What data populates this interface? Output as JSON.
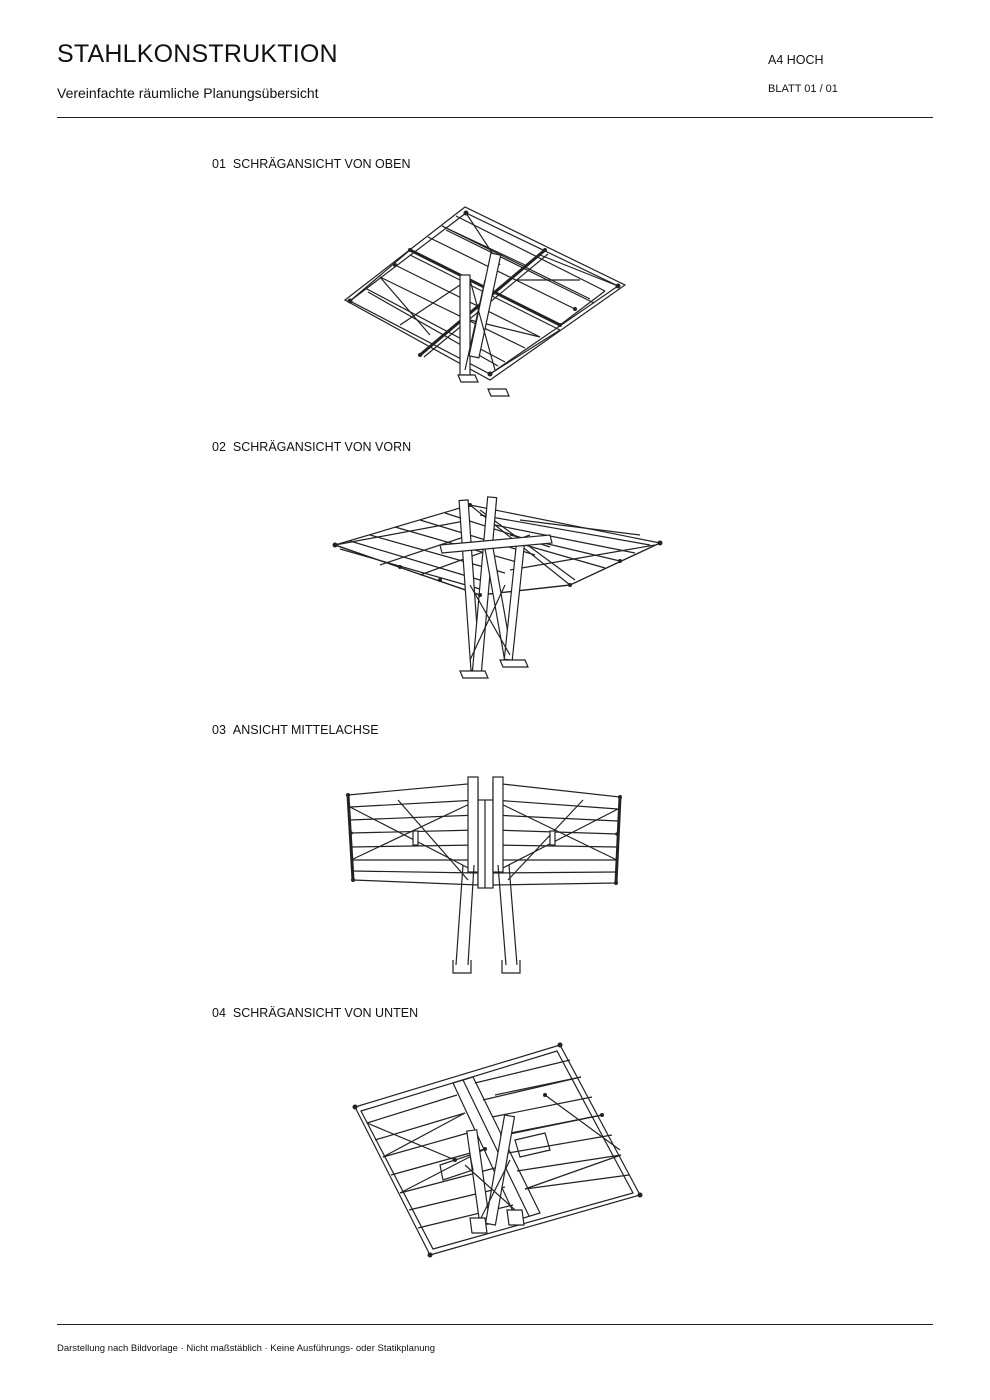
{
  "header": {
    "title": "STAHLKONSTRUKTION",
    "subtitle": "Vereinfachte räumliche Planungsübersicht",
    "format": "A4 HOCH",
    "sheet": "BLATT 01 / 01"
  },
  "views": [
    {
      "number": "01",
      "label": "SCHRÄGANSICHT VON OBEN"
    },
    {
      "number": "02",
      "label": "SCHRÄGANSICHT VON VORN"
    },
    {
      "number": "03",
      "label": "ANSICHT MITTELACHSE"
    },
    {
      "number": "04",
      "label": "SCHRÄGANSICHT VON UNTEN"
    }
  ],
  "footer": {
    "note": "Darstellung nach Bildvorlage · Nicht maßstäblich · Keine Ausführungs- oder Statikplanung"
  }
}
